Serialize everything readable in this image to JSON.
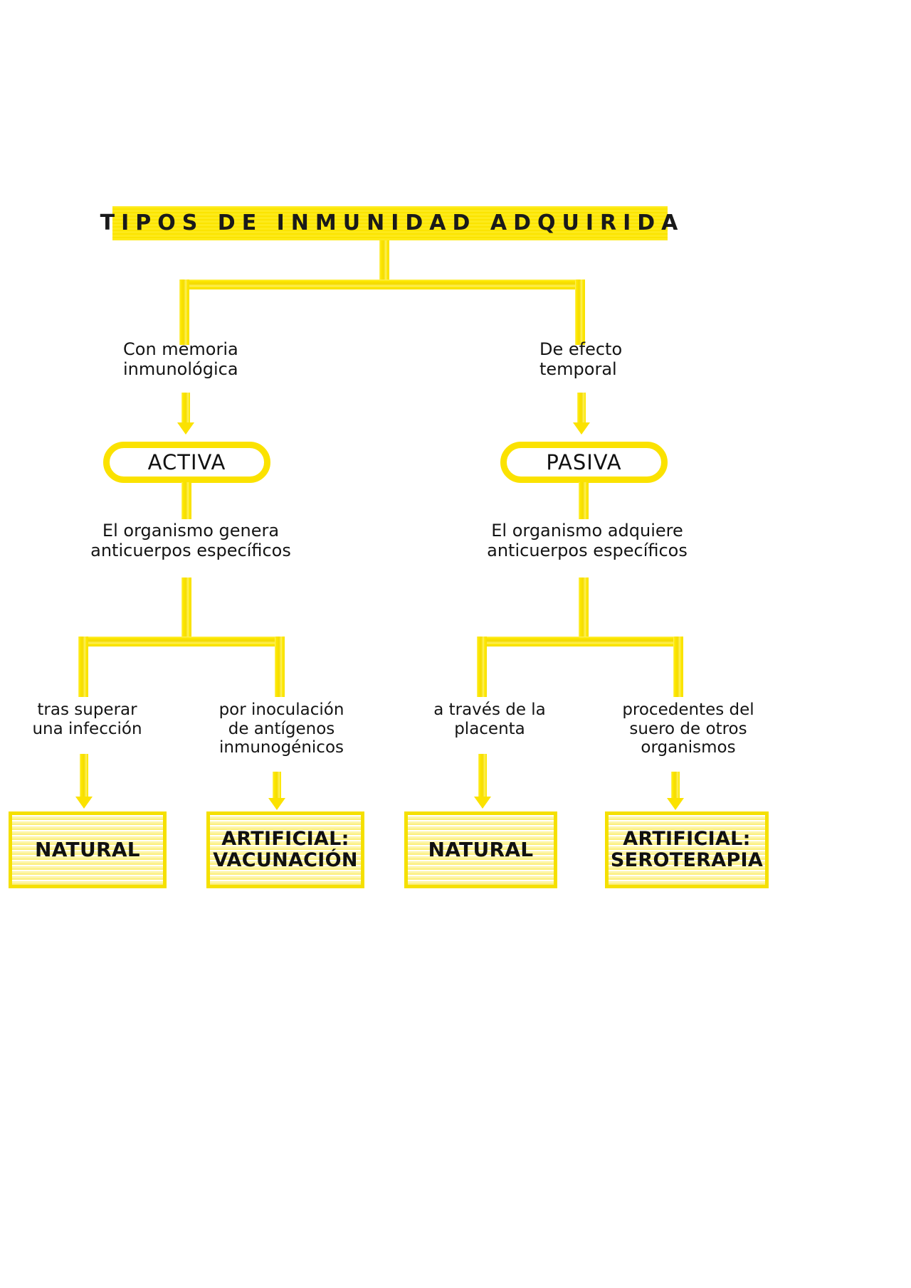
{
  "title": {
    "text": "TIPOS DE INMUNIDAD ADQUIRIDA"
  },
  "colors": {
    "connector_yellow": "#fbe200",
    "banner_yellow": "#fdea1a",
    "box_fill": "#fdf6b0",
    "box_border": "#f5e000",
    "text_black": "#111111"
  },
  "branches": {
    "left": {
      "condition": "Con memoria\ninmunológica",
      "type_label": "ACTIVA",
      "mechanism": "El organismo genera\nanticuerpos específicos",
      "children": [
        {
          "route": "tras superar\nuna infección",
          "outcome": "NATURAL"
        },
        {
          "route": "por inoculación\nde antígenos\ninmunogénicos",
          "outcome": "ARTIFICIAL:\nVACUNACIÓN"
        }
      ]
    },
    "right": {
      "condition": "De efecto\ntemporal",
      "type_label": "PASIVA",
      "mechanism": "El organismo adquiere\nanticuerpos específicos",
      "children": [
        {
          "route": "a través de la\nplacenta",
          "outcome": "NATURAL"
        },
        {
          "route": "procedentes del\nsuero de otros\norganismos",
          "outcome": "ARTIFICIAL:\nSEROTERAPIA"
        }
      ]
    }
  }
}
